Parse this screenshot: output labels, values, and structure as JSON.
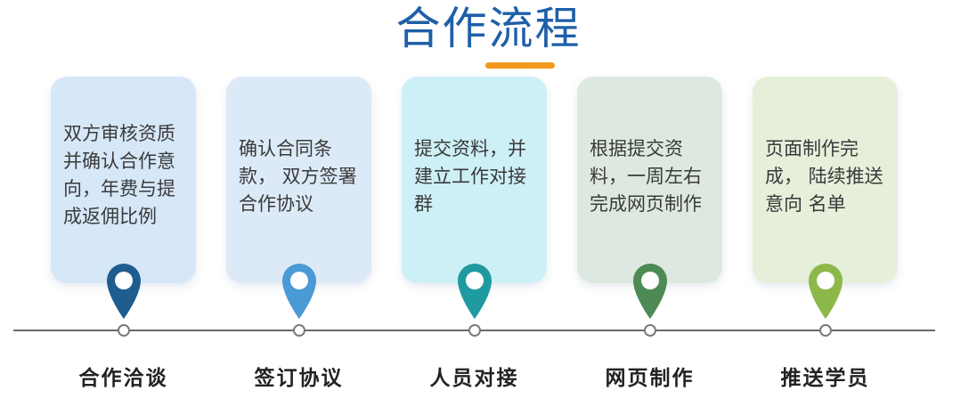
{
  "title": "合作流程",
  "steps": [
    {
      "text": "双方审核资质并确认合作意向，年费与提成返佣比例",
      "label": "合作洽谈",
      "card_bg": "#d6e7f8",
      "pin_color": "#1f5d8f"
    },
    {
      "text": "确认合同条款， 双方签署合作协议",
      "label": "签订协议",
      "card_bg": "#dceaf8",
      "pin_color": "#4a9ad6"
    },
    {
      "text": "提交资料，并建立工作对接群",
      "label": "人员对接",
      "card_bg": "#cdeff6",
      "pin_color": "#1f9aa0"
    },
    {
      "text": "根据提交资料，一周左右完成网页制作",
      "label": "网页制作",
      "card_bg": "#dde9e0",
      "pin_color": "#4d8a56"
    },
    {
      "text": "页面制作完成， 陆续推送意向 名单",
      "label": "推送学员",
      "card_bg": "#e6efda",
      "pin_color": "#8cb84a"
    }
  ],
  "icons": {
    "pin": "map-pin-icon"
  },
  "colors": {
    "title": "#1f5fa8",
    "accent": "#f39a1e",
    "timeline": "#6a6a6a"
  }
}
